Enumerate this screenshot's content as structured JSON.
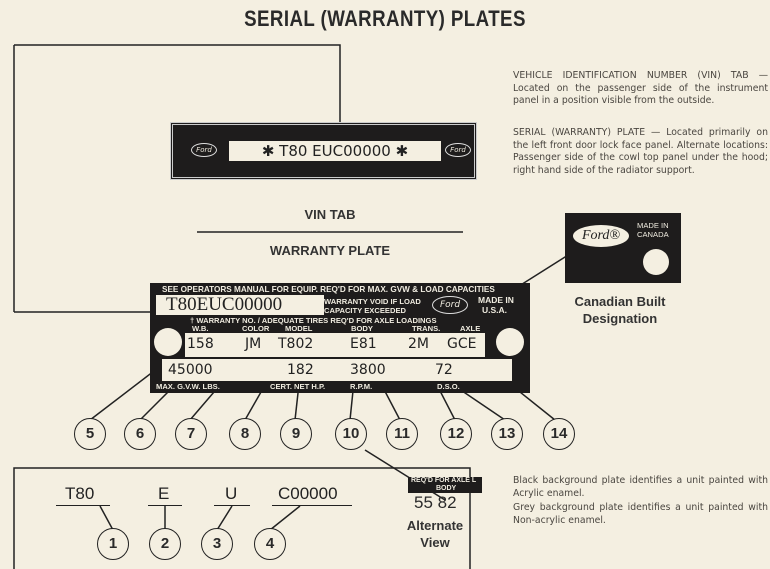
{
  "title": "SERIAL (WARRANTY) PLATES",
  "notes": {
    "vin": "VEHICLE IDENTIFICATION NUMBER (VIN) TAB — Located on the passenger side of the instrument panel in a position visible from the outside.",
    "serial": "SERIAL (WARRANTY) PLATE — Located primarily on the left front door lock face panel. Alternate locations: Passenger side of the cowl top panel under the hood; right hand side of the radiator support.",
    "black": "Black background plate identifies a unit painted with Acrylic enamel.",
    "grey": "Grey background plate identifies a unit painted with Non-acrylic enamel."
  },
  "vin_tab": {
    "number": "✱ T80 EUC00000 ✱",
    "logo": "Ford",
    "label": "VIN TAB"
  },
  "warranty_plate": {
    "label": "WARRANTY PLATE",
    "top_text": "SEE OPERATORS MANUAL FOR EQUIP. REQ'D FOR MAX. GVW & LOAD CAPACITIES",
    "serial": "T80EUC00000",
    "void_text_1": "WARRANTY VOID IF LOAD",
    "void_text_2": "CAPACITY EXCEEDED",
    "logo": "Ford",
    "made_in_1": "MADE IN",
    "made_in_2": "U.S.A.",
    "tires_text": "† WARRANTY NO. / ADEQUATE TIRES REQ'D FOR AXLE LOADINGS",
    "headers": [
      "W.B.",
      "COLOR",
      "MODEL",
      "BODY",
      "TRANS.",
      "AXLE"
    ],
    "row1": [
      "158",
      "JM",
      "T802",
      "E81",
      "2M",
      "GCE"
    ],
    "row2": [
      "45000",
      "182",
      "3800",
      "72"
    ],
    "footers": [
      "MAX. G.V.W. LBS.",
      "CERT. NET H.P.",
      "R.P.M.",
      "D.S.O."
    ]
  },
  "canadian": {
    "logo": "Ford®",
    "made_in_1": "MADE IN",
    "made_in_2": "CANADA",
    "caption_1": "Canadian Built",
    "caption_2": "Designation"
  },
  "alternate": {
    "strip": "REQ'D FOR AXLE L",
    "body": "BODY",
    "value": "55 82",
    "caption_1": "Alternate",
    "caption_2": "View"
  },
  "callouts_plate": [
    "5",
    "6",
    "7",
    "8",
    "9",
    "10",
    "11",
    "12",
    "13",
    "14"
  ],
  "breakdown": {
    "parts": [
      "T80",
      "E",
      "U",
      "C00000"
    ],
    "callouts": [
      "1",
      "2",
      "3",
      "4"
    ]
  }
}
